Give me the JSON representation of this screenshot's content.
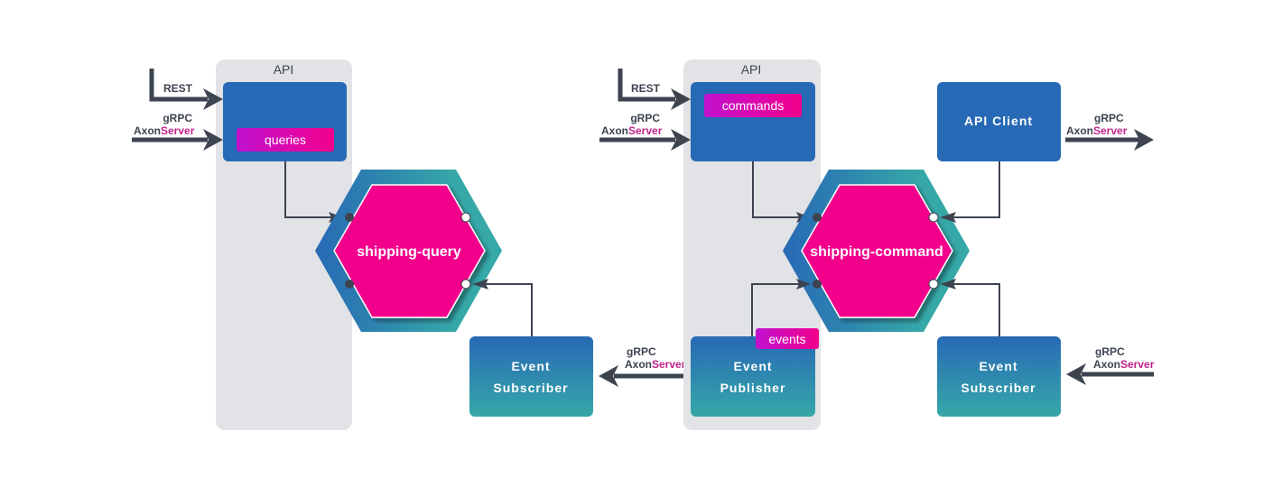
{
  "colors": {
    "api_panel": "#e2e3e6",
    "box_blue": "#2769b5",
    "box_teal": "#36a8a8",
    "hex_outer_left": "#2769b5",
    "hex_outer_right": "#36a8a8",
    "hex_inner": "#f2008c",
    "tag_left": "#c012cf",
    "tag_right": "#f2008c",
    "arrow": "#3d4450",
    "server_text": "#c0238a"
  },
  "left_diagram": {
    "api_panel": {
      "title": "API"
    },
    "api_box": {
      "tag": "queries"
    },
    "inputs": [
      {
        "protocol": "REST"
      },
      {
        "protocol": "gRPC",
        "transport_prefix": "Axon",
        "transport_suffix": "Server"
      }
    ],
    "hexagon": {
      "label": "shipping-query"
    },
    "event_subscriber": {
      "line1": "Event",
      "line2": "Subscriber"
    },
    "subscriber_input": {
      "protocol": "gRPC",
      "transport_prefix": "Axon",
      "transport_suffix": "Server"
    }
  },
  "right_diagram": {
    "api_panel": {
      "title": "API"
    },
    "api_box": {
      "tag": "commands"
    },
    "inputs": [
      {
        "protocol": "REST"
      },
      {
        "protocol": "gRPC",
        "transport_prefix": "Axon",
        "transport_suffix": "Server"
      }
    ],
    "hexagon": {
      "label": "shipping-command"
    },
    "event_publisher": {
      "line1": "Event",
      "line2": "Publisher",
      "tag": "events"
    },
    "api_client": {
      "label": "API Client"
    },
    "api_client_output": {
      "protocol": "gRPC",
      "transport_prefix": "Axon",
      "transport_suffix": "Server"
    },
    "event_subscriber": {
      "line1": "Event",
      "line2": "Subscriber"
    },
    "subscriber_input": {
      "protocol": "gRPC",
      "transport_prefix": "Axon",
      "transport_suffix": "Server"
    }
  }
}
